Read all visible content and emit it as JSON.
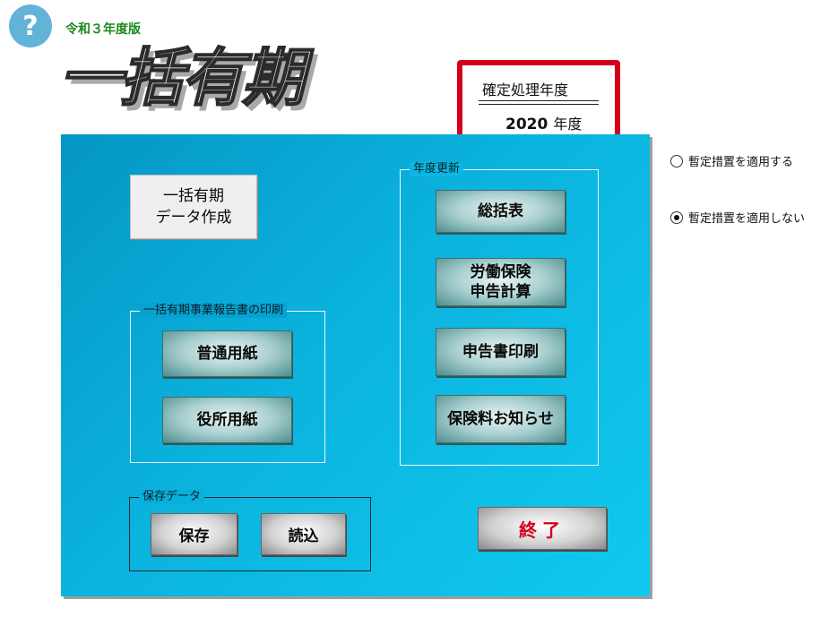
{
  "header": {
    "help_icon": "?",
    "edition": "令和３年度版",
    "title": "一括有期"
  },
  "year_box": {
    "label": "確定処理年度",
    "year": "2020",
    "unit": "年度"
  },
  "create_button": {
    "label": "一括有期\nデータ作成"
  },
  "print_group": {
    "title": "一括有期事業報告書の印刷",
    "plain_paper": "普通用紙",
    "office_paper": "役所用紙"
  },
  "update_group": {
    "title": "年度更新",
    "summary": "総括表",
    "labor_insurance": "労働保険\n申告計算",
    "declaration_print": "申告書印刷",
    "premium_notice": "保険料お知らせ"
  },
  "save_group": {
    "title": "保存データ",
    "save": "保存",
    "load": "読込"
  },
  "exit_button": {
    "label": "終了"
  },
  "provisional": {
    "apply": "暫定措置を適用する",
    "not_apply": "暫定措置を適用しない",
    "selected": "not_apply"
  },
  "colors": {
    "panel": "#0bb3de",
    "year_box_border": "#d3001b",
    "edition": "#1b8a1b",
    "exit_text": "#d3001b"
  }
}
